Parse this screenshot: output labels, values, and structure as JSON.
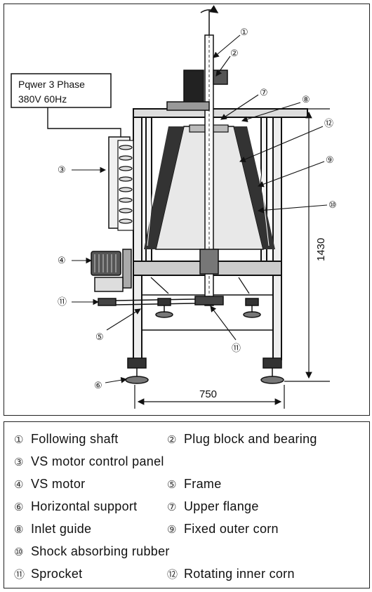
{
  "power_box": {
    "line1": "Pqwer 3 Phase",
    "line2": "380V 60Hz"
  },
  "dimensions": {
    "height": "1430",
    "width": "750"
  },
  "callouts": {
    "c1": "①",
    "c2": "②",
    "c3": "③",
    "c4": "④",
    "c5": "⑤",
    "c6": "⑥",
    "c7": "⑦",
    "c8": "⑧",
    "c9": "⑨",
    "c10": "⑩",
    "c11": "⑪",
    "c11b": "⑪",
    "c12": "⑫"
  },
  "legend": [
    [
      {
        "num": "①",
        "text": "Following shaft"
      },
      {
        "num": "②",
        "text": "Plug block and bearing"
      }
    ],
    [
      {
        "num": "③",
        "text": "VS motor control panel"
      }
    ],
    [
      {
        "num": "④",
        "text": "VS motor"
      },
      {
        "num": "⑤",
        "text": "Frame"
      }
    ],
    [
      {
        "num": "⑥",
        "text": "Horizontal support"
      },
      {
        "num": "⑦",
        "text": "Upper flange"
      }
    ],
    [
      {
        "num": "⑧",
        "text": "Inlet guide"
      },
      {
        "num": "⑨",
        "text": "Fixed outer corn"
      }
    ],
    [
      {
        "num": "⑩",
        "text": "Shock absorbing rubber"
      }
    ],
    [
      {
        "num": "⑪",
        "text": "Sprocket"
      },
      {
        "num": "⑫",
        "text": "Rotating inner corn"
      }
    ]
  ]
}
